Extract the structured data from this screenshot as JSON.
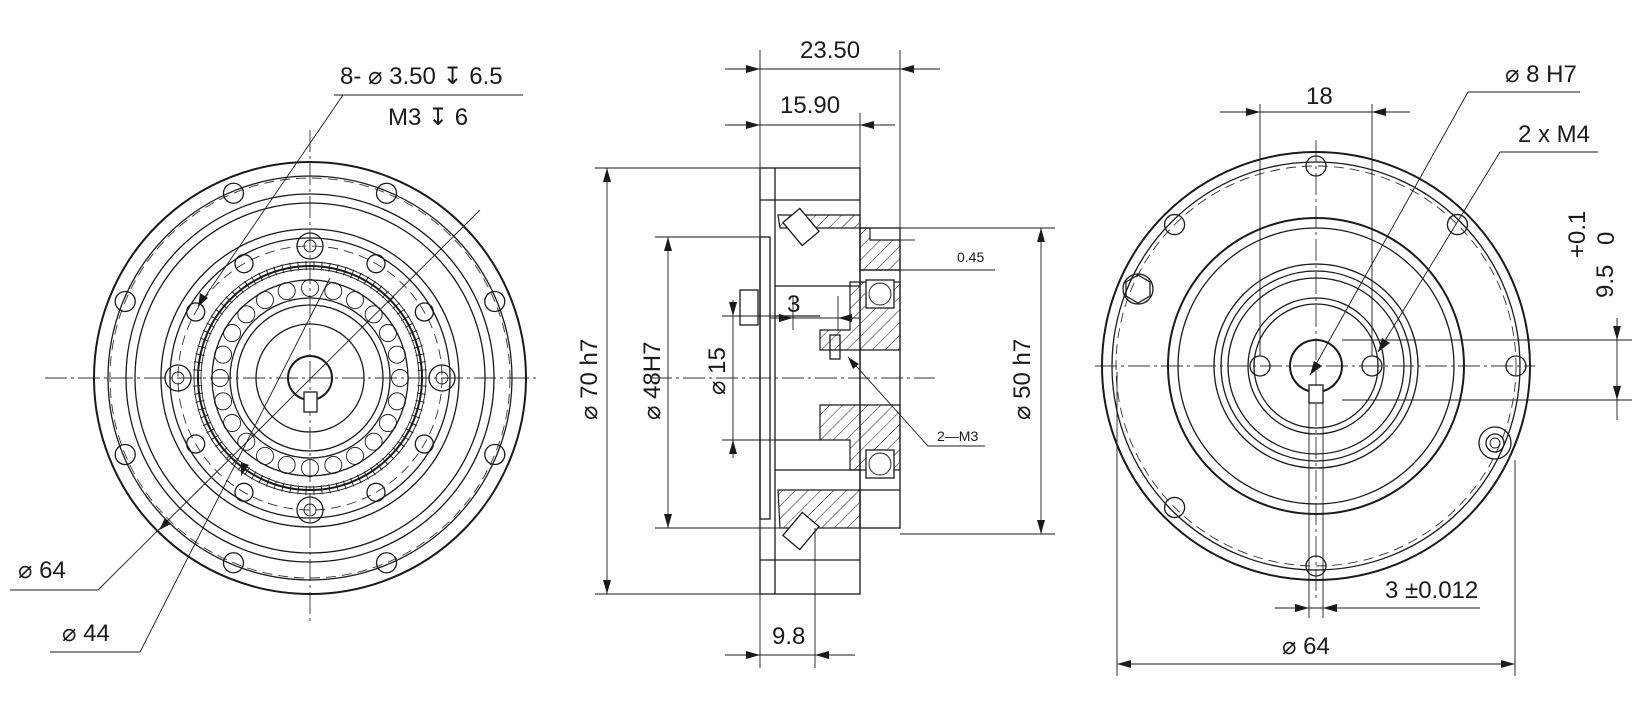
{
  "views": {
    "left": {
      "holes_callout_line1": "8- ⌀ 3.50 ↧ 6.5",
      "holes_callout_line2": "M3 ↧ 6",
      "dia_outer": "⌀ 64",
      "dia_inner": "⌀ 44"
    },
    "section": {
      "len_total": "23.50",
      "len_body": "15.90",
      "len_flange": "9.8",
      "dia_outer": "⌀ 70 h7",
      "dia_bore": "⌀ 48H7",
      "dia_shaft": "⌀ 15",
      "dia_output": "⌀ 50 h7",
      "step_3": "3",
      "gap": "0.45",
      "thread": "2—M3"
    },
    "right": {
      "hole_spacing": "18",
      "bore_callout": "⌀ 8 H7",
      "tapped": "2 x M4",
      "key_height": "9.5",
      "key_tol_upper": "+0.1",
      "key_tol_lower": "0",
      "key_width": "3 ±0.012",
      "dia_pcd": "⌀ 64"
    }
  }
}
